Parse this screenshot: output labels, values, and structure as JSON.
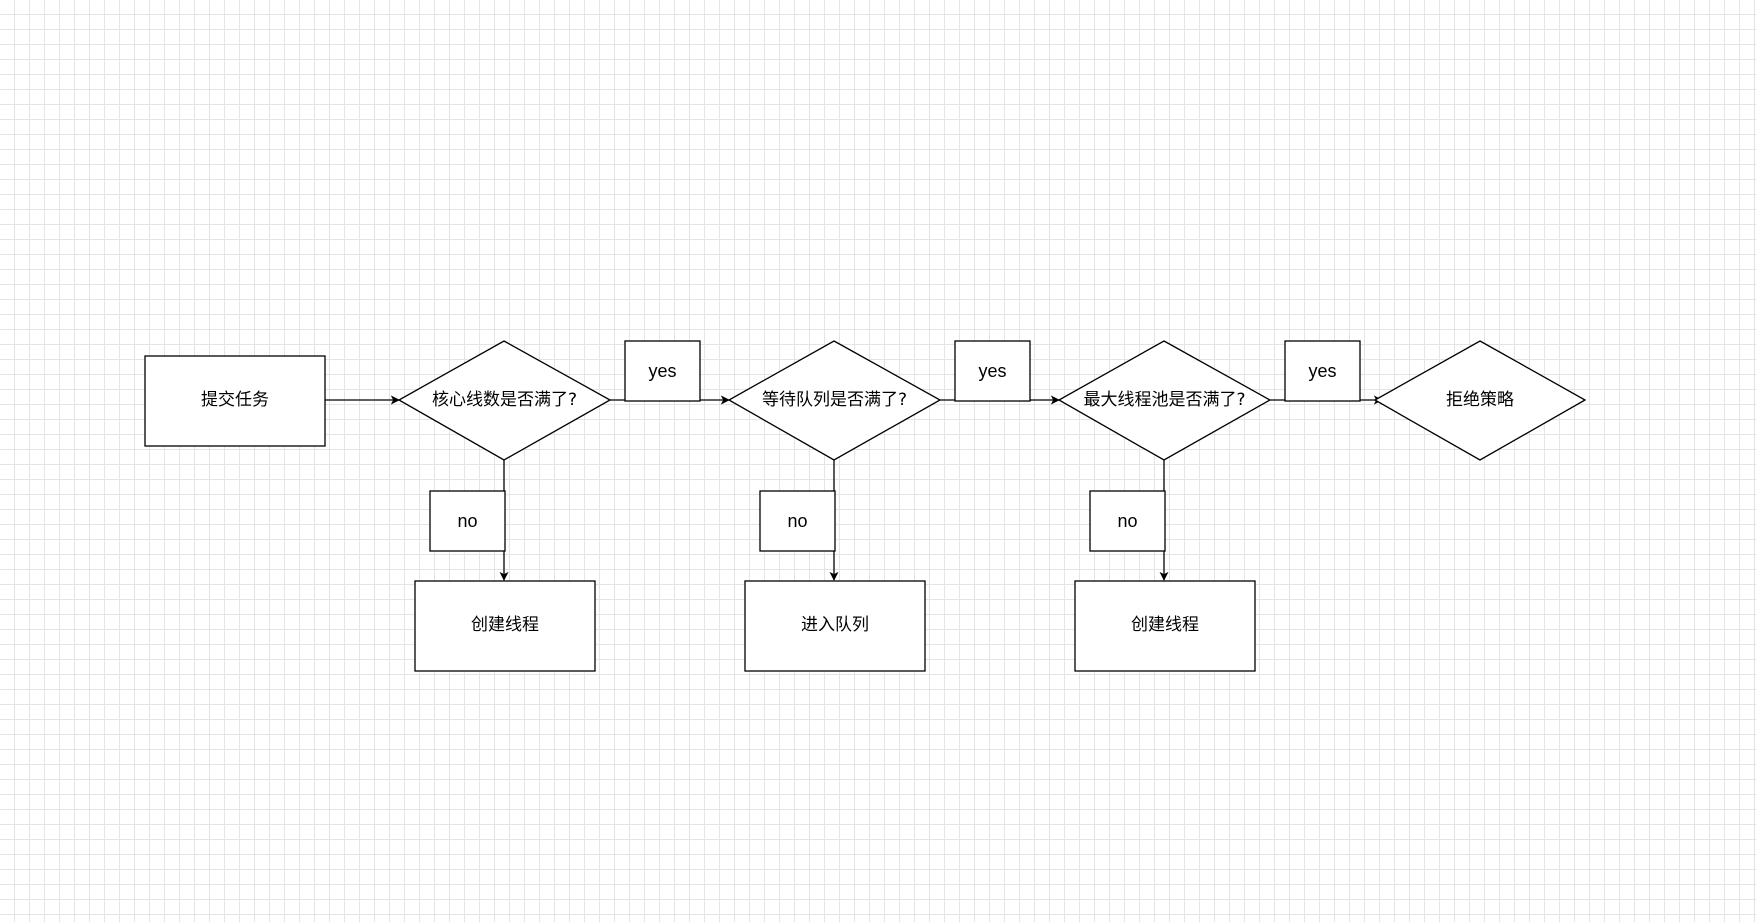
{
  "nodes": {
    "submit_task": "提交任务",
    "core_full": "核心线数是否满了?",
    "queue_full": "等待队列是否满了?",
    "max_pool_full": "最大线程池是否满了?",
    "reject_policy": "拒绝策略",
    "create_thread_1": "创建线程",
    "enter_queue": "进入队列",
    "create_thread_2": "创建线程"
  },
  "edge_labels": {
    "yes_1": "yes",
    "yes_2": "yes",
    "yes_3": "yes",
    "no_1": "no",
    "no_2": "no",
    "no_3": "no"
  },
  "colors": {
    "stroke": "#000000",
    "fill": "#ffffff",
    "grid": "#e4e4e4"
  }
}
